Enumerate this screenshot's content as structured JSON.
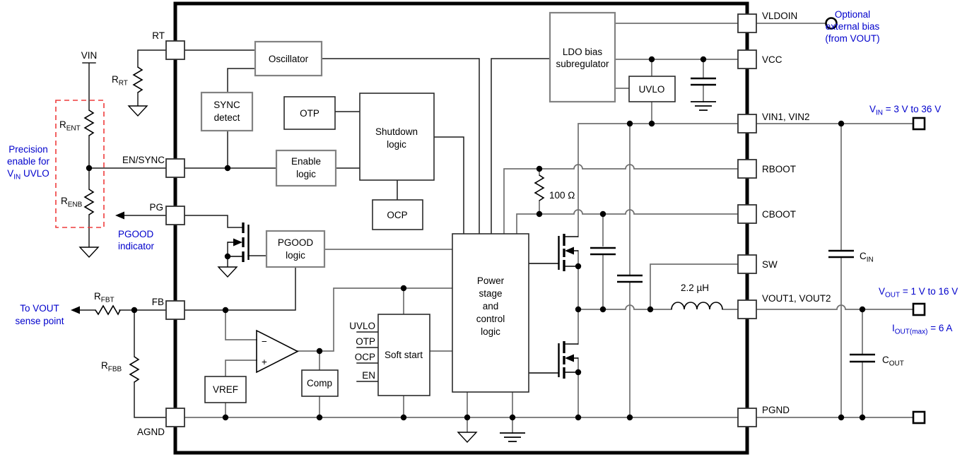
{
  "diagram_type": "ic-functional-block-diagram",
  "colors": {
    "annotation_blue": "#0000CC",
    "dashed_highlight_red": "#EE3B3B",
    "wire_gray": "#707070",
    "wire_black": "#1C1C1C",
    "ic_border": "#000000"
  },
  "ic": {
    "pins_left": [
      {
        "label": "RT"
      },
      {
        "label": "EN/SYNC"
      },
      {
        "label": "PG"
      },
      {
        "label": "FB"
      },
      {
        "label": "AGND"
      }
    ],
    "pins_right": [
      {
        "label": "VLDOIN"
      },
      {
        "label": "VCC"
      },
      {
        "label": "VIN1, VIN2"
      },
      {
        "label": "RBOOT"
      },
      {
        "label": "CBOOT"
      },
      {
        "label": "SW"
      },
      {
        "label": "VOUT1, VOUT2"
      },
      {
        "label": "PGND"
      }
    ]
  },
  "blocks": {
    "oscillator": {
      "l1": "Oscillator"
    },
    "sync_detect": {
      "l1": "SYNC",
      "l2": "detect"
    },
    "otp": {
      "l1": "OTP"
    },
    "shutdown": {
      "l1": "Shutdown",
      "l2": "logic"
    },
    "enable": {
      "l1": "Enable",
      "l2": "logic"
    },
    "ocp": {
      "l1": "OCP"
    },
    "pgood": {
      "l1": "PGOOD",
      "l2": "logic"
    },
    "ldo": {
      "l1": "LDO bias",
      "l2": "subregulator"
    },
    "uvlo": {
      "l1": "UVLO"
    },
    "softstart": {
      "l1": "Soft start"
    },
    "comp": {
      "l1": "Comp"
    },
    "vref": {
      "l1": "VREF"
    },
    "powerstage": {
      "l1": "Power",
      "l2": "stage",
      "l3": "and",
      "l4": "control",
      "l5": "logic"
    }
  },
  "softstart_inputs": [
    "UVLO",
    "OTP",
    "OCP",
    "EN"
  ],
  "components": {
    "vin_net": "VIN",
    "r_rt": {
      "b": "R",
      "s": "RT"
    },
    "r_ent": {
      "b": "R",
      "s": "ENT"
    },
    "r_enb": {
      "b": "R",
      "s": "ENB"
    },
    "r_fbt": {
      "b": "R",
      "s": "FBT"
    },
    "r_fbb": {
      "b": "R",
      "s": "FBB"
    },
    "r100": "100 Ω",
    "inductor": "2.2 µH",
    "c_in": {
      "b": "C",
      "s": "IN"
    },
    "c_out": {
      "b": "C",
      "s": "OUT"
    }
  },
  "amp": {
    "minus": "−",
    "plus": "+"
  },
  "annotations": {
    "precision": {
      "l1": "Precision",
      "l2": "enable for",
      "l3b": "V",
      "l3s": "IN",
      "l3r": " UVLO"
    },
    "pgood_indicator": {
      "l1": "PGOOD",
      "l2": "indicator"
    },
    "to_vout": {
      "l1": "To VOUT",
      "l2": "sense point"
    },
    "optional_bias": {
      "l1": "Optional",
      "l2": "external bias",
      "l3": "(from VOUT)"
    },
    "vin_range": {
      "b": "V",
      "s": "IN",
      "r": " = 3 V to 36 V"
    },
    "vout_range": {
      "b": "V",
      "s": "OUT",
      "r": " = 1 V to 16 V"
    },
    "iout_max": {
      "b": "I",
      "s": "OUT(max)",
      "r": " = 6 A"
    }
  }
}
